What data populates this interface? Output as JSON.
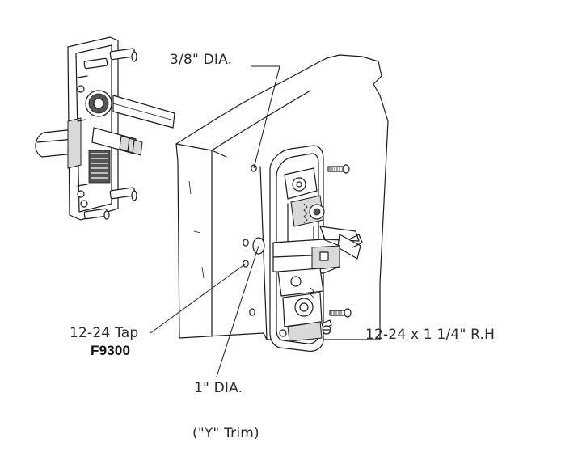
{
  "labels": {
    "hole_diameter": "3/8\" DIA.",
    "tap": "12-24 Tap",
    "model": "F9300",
    "through_hole": "1\" DIA.",
    "screw_spec": "12-24  x 1 1/4\" R.H",
    "trim_type": "(\"Y\" Trim)"
  }
}
